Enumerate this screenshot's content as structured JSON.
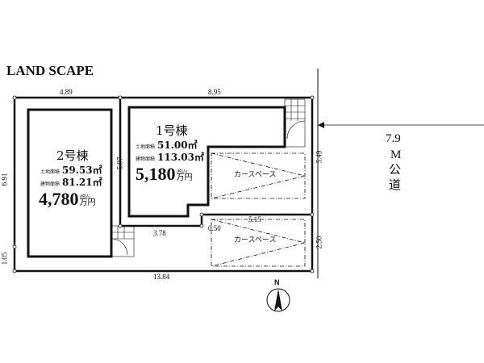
{
  "title": "LAND SCAPE",
  "dimensions": {
    "top_left": "4.89",
    "top_right": "8.95",
    "left_upper": "6.91",
    "left_lower": "1.05",
    "middle": "5.97",
    "right_upper": "5.49",
    "right_lower": "2.50",
    "bottom": "13.84",
    "step": "3.78",
    "jog": "0.50",
    "carport_width": "5.15"
  },
  "lot1": {
    "name": "1号棟",
    "land_label": "土地面積",
    "land_area": "51.00㎡",
    "building_label": "建物面積",
    "building_area": "113.03㎡",
    "price": "5,180",
    "tax_note": "(税込)",
    "price_unit": "万円"
  },
  "lot2": {
    "name": "2号棟",
    "land_label": "土地面積",
    "land_area": "59.53㎡",
    "building_label": "建物面積",
    "building_area": "81.21㎡",
    "price": "4,780",
    "tax_note": "(税込)",
    "price_unit": "万円"
  },
  "carport_label": "カースペース",
  "road": {
    "width": "7.9",
    "unit": "M",
    "type_line1": "公",
    "type_line2": "道"
  },
  "north": "N"
}
